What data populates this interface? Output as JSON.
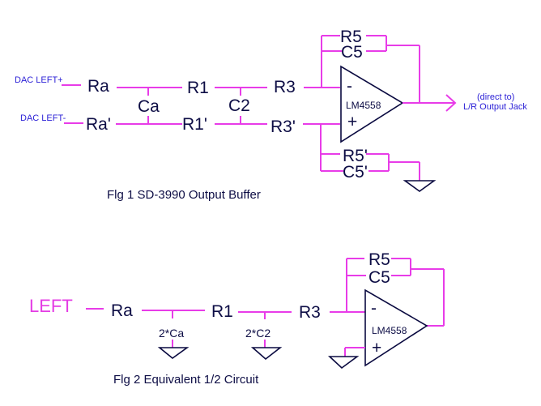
{
  "figure1": {
    "caption": "Flg 1 SD-3990 Output Buffer",
    "inputs": {
      "plus": "DAC LEFT+",
      "minus": "DAC LEFT-"
    },
    "components": {
      "ra": "Ra",
      "ra_prime": "Ra'",
      "ca": "Ca",
      "r1": "R1",
      "r1_prime": "R1'",
      "c2": "C2",
      "r3": "R3",
      "r3_prime": "R3'",
      "r5": "R5",
      "c5": "C5",
      "r5_prime": "R5'",
      "c5_prime": "C5'"
    },
    "opamp": {
      "name": "LM4558",
      "minus": "-",
      "plus": "+"
    },
    "output": {
      "line1": "(direct to)",
      "line2": "L/R Output Jack"
    }
  },
  "figure2": {
    "caption": "Flg 2 Equivalent 1/2 Circuit",
    "input": "LEFT",
    "components": {
      "ra": "Ra",
      "ca2": "2*Ca",
      "r1": "R1",
      "c22": "2*C2",
      "r3": "R3",
      "r5": "R5",
      "c5": "C5"
    },
    "opamp": {
      "name": "LM4558",
      "minus": "-",
      "plus": "+"
    }
  },
  "colors": {
    "wire": "#e83ce8",
    "text": "#0d0d45",
    "input_label": "#2a1fd6"
  }
}
